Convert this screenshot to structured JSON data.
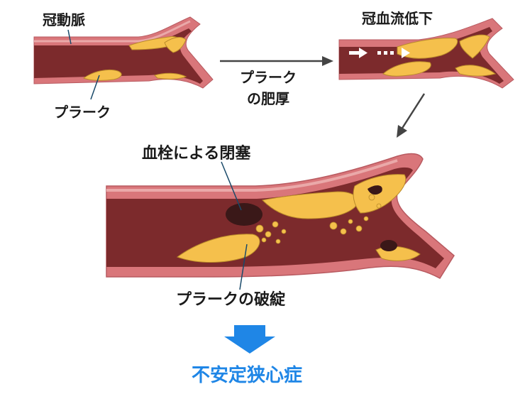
{
  "labels": {
    "artery": "冠動脈",
    "plaque": "プラーク",
    "thickening_line1": "プラーク",
    "thickening_line2": "の肥厚",
    "reduced_flow": "冠血流低下",
    "thrombus": "血栓による閉塞",
    "rupture": "プラークの破綻",
    "outcome": "不安定狭心症"
  },
  "colors": {
    "vessel_wall": "#d9767a",
    "vessel_wall_inner": "#e7a3a3",
    "lumen": "#7c2a2c",
    "plaque": "#f5c04c",
    "plaque_edge": "#b98a2a",
    "thrombus": "#3a1818",
    "arrow": "#444444",
    "outcome_arrow": "#1f86e6",
    "outcome_text": "#1f86e6",
    "flow_arrow": "#ffffff"
  }
}
